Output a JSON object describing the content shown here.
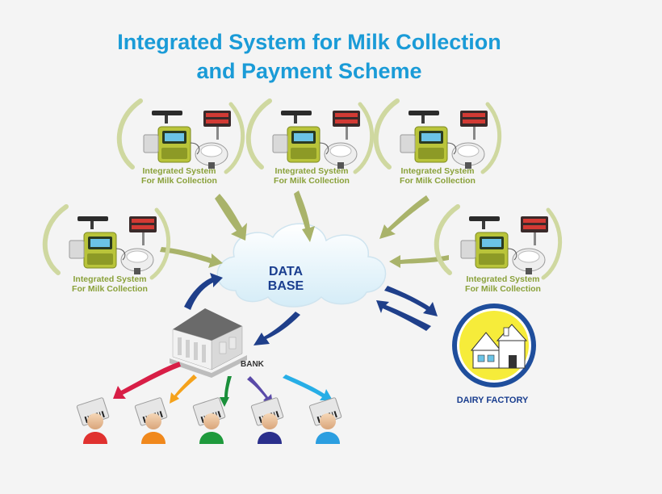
{
  "title": {
    "line1": "Integrated System for Milk Collection",
    "line2": "and Payment Scheme"
  },
  "database": {
    "label": "DATA BASE"
  },
  "bank": {
    "label": "BANK"
  },
  "dairy_factory": {
    "label": "DAIRY FACTORY"
  },
  "stations": [
    {
      "line1": "Integrated System",
      "line2": "For Milk Collection"
    },
    {
      "line1": "Integrated System",
      "line2": "For Milk Collection"
    },
    {
      "line1": "Integrated System",
      "line2": "For Milk Collection"
    },
    {
      "line1": "Integrated System",
      "line2": "For Milk Collection"
    },
    {
      "line1": "Integrated System",
      "line2": "For Milk Collection"
    }
  ],
  "farmers": [
    {
      "color": "#e0312f",
      "arrow_color": "#d81e46"
    },
    {
      "color": "#f0881c",
      "arrow_color": "#f5a21b"
    },
    {
      "color": "#1e9a3c",
      "arrow_color": "#1a8f3a"
    },
    {
      "color": "#2a2f8c",
      "arrow_color": "#5a4aa8"
    },
    {
      "color": "#2b9ee0",
      "arrow_color": "#27aee6"
    }
  ],
  "colors": {
    "title": "#1a9bd7",
    "station_label": "#8aa13a",
    "olive_arrow": "#a9b36a",
    "navy_arrow": "#1f3f8a",
    "dairy_circle": "#1f4e9c",
    "dairy_fill": "#f6ec3a"
  }
}
